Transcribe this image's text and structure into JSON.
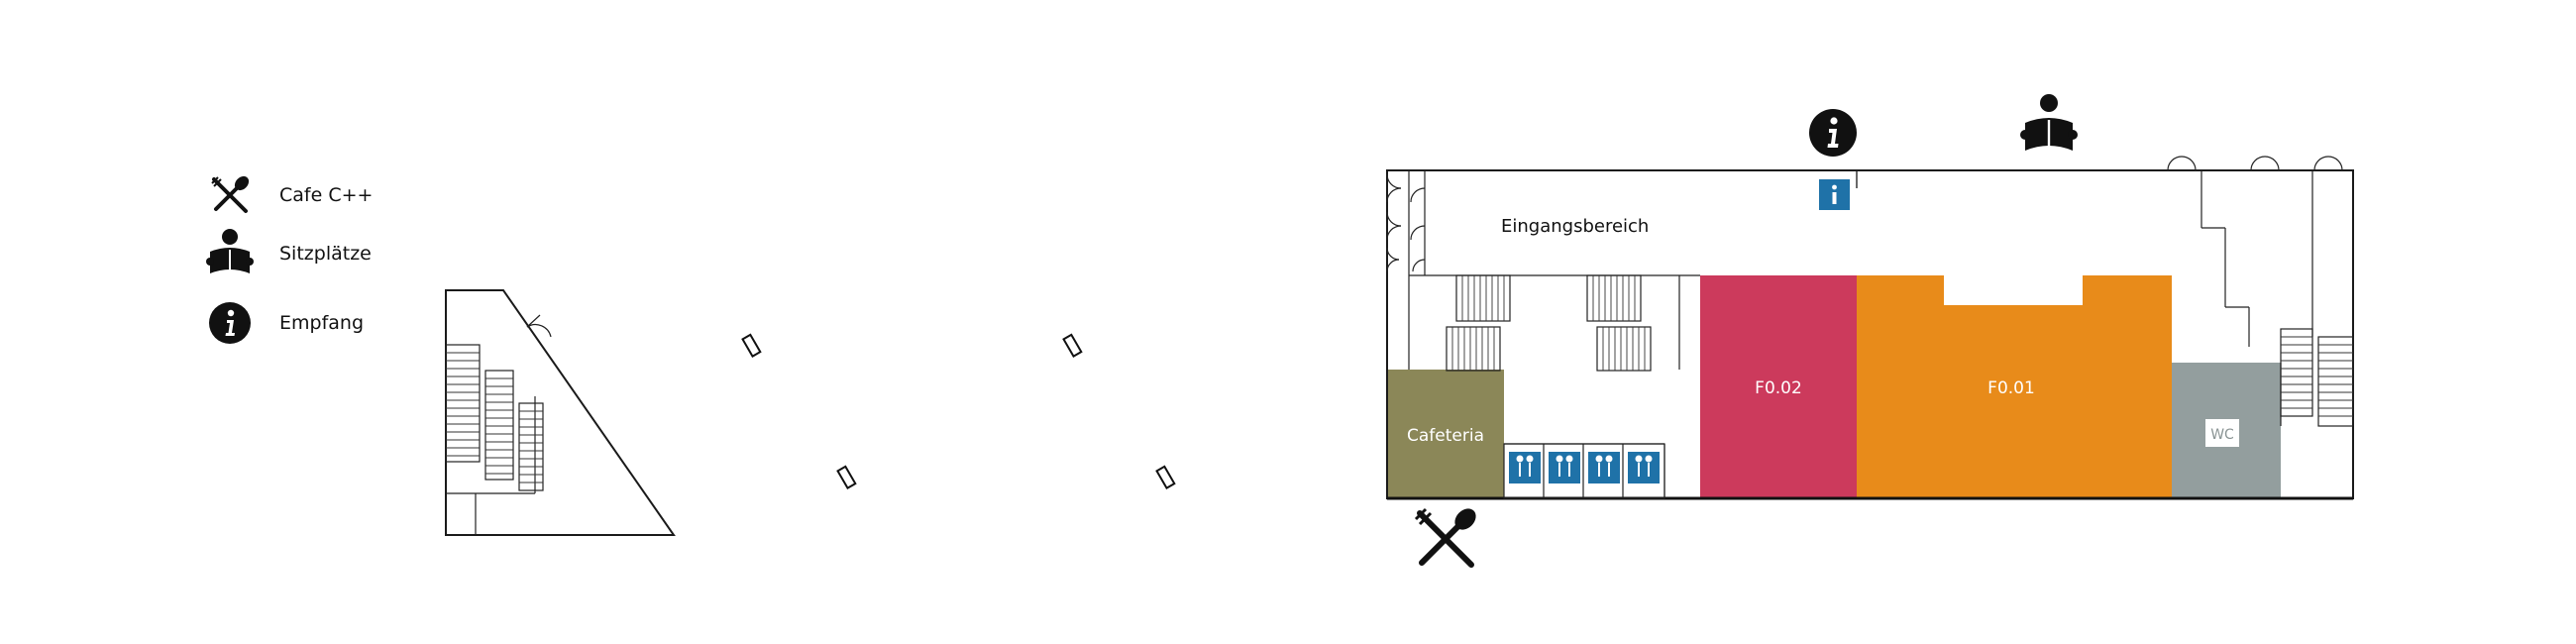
{
  "legend": [
    {
      "icon": "fork-spoon-icon",
      "label": "Cafe C++"
    },
    {
      "icon": "reading-person-icon",
      "label": "Sitzplätze"
    },
    {
      "icon": "info-icon",
      "label": "Empfang"
    }
  ],
  "rooms": {
    "entrance": "Eingangsbereich",
    "f002": "F0.02",
    "f001": "F0.01",
    "cafeteria": "Cafeteria",
    "wc": "WC"
  },
  "colors": {
    "f002": "#cc3a5c",
    "f001": "#e88b1a",
    "cafeteria": "#8b8758",
    "wc": "#939e9e",
    "info_blue": "#1f72a8",
    "elevator_blue": "#1f72a8"
  }
}
